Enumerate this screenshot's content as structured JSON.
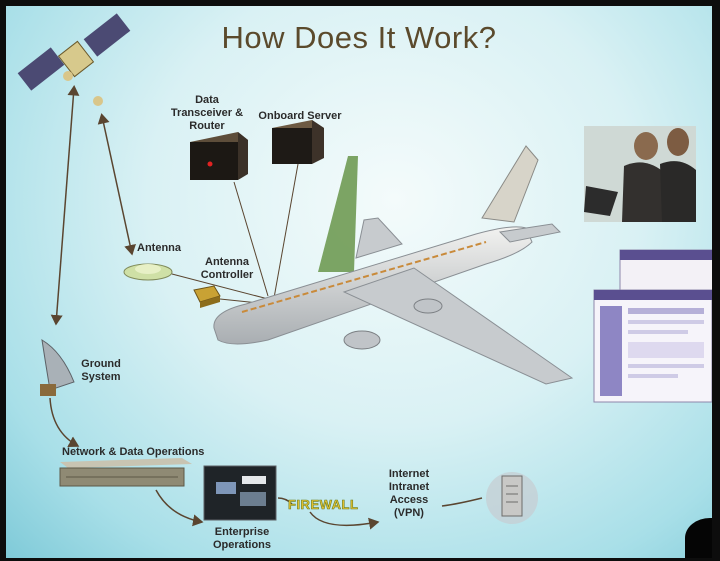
{
  "slide": {
    "title": "How Does It Work?"
  },
  "labels": {
    "data_transceiver": [
      "Data",
      "Transceiver &",
      "Router"
    ],
    "onboard_server": "Onboard Server",
    "antenna": "Antenna",
    "antenna_controller": [
      "Antenna",
      "Controller"
    ],
    "ground_system": [
      "Ground",
      "System"
    ],
    "network_ops": "Network & Data Operations",
    "enterprise_ops": [
      "Enterprise",
      "Operations"
    ],
    "firewall": "FIREWALL",
    "internet_access": [
      "Internet",
      "Intranet",
      "Access",
      "(VPN)"
    ]
  },
  "colors": {
    "title": "#5b4a2c",
    "arrow": "#5a4530",
    "firewall_text": "#e6c234",
    "background_center": "#f4fbfb",
    "background_edge": "#7fcad8"
  },
  "icons": [
    "satellite-icon",
    "satellite-dish-icon",
    "antenna-icon",
    "antenna-controller-icon",
    "transceiver-icon",
    "server-icon",
    "airplane-icon",
    "network-rack-icon",
    "enterprise-screen-icon",
    "vpn-server-icon",
    "laptop-users-photo",
    "browser-screenshot"
  ]
}
